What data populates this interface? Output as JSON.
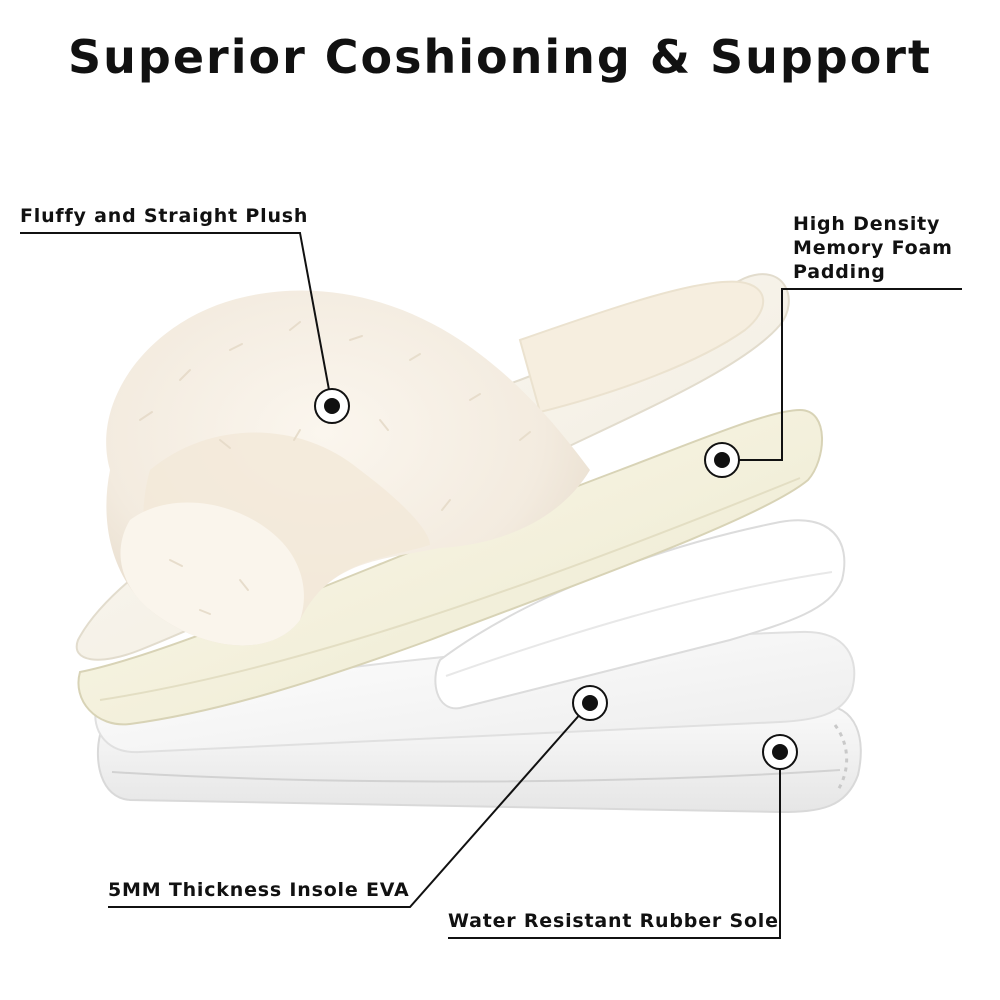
{
  "title": "Superior Coshioning & Support",
  "callouts": {
    "plush": {
      "label": "Fluffy and Straight Plush"
    },
    "foam": {
      "lines": [
        "High Density",
        "Memory Foam",
        "Padding"
      ]
    },
    "eva": {
      "label": "5MM Thickness Insole EVA"
    },
    "sole": {
      "label": "Water Resistant Rubber Sole"
    }
  },
  "colors": {
    "text": "#111111",
    "plush": "#fbf8f1",
    "foam": "#f4f1dc",
    "eva": "#ffffff",
    "sole": "#f2f2f2",
    "marker": "#111111"
  }
}
